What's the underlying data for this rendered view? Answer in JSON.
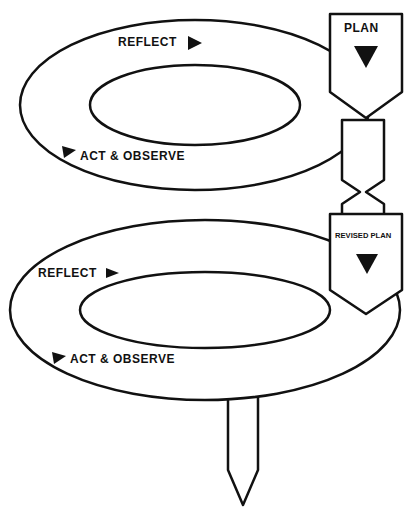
{
  "diagram": {
    "labels": [
      "REFLECT",
      "PLAN",
      "ACT & OBSERVE",
      "REVISED PLAN",
      "REFLECT",
      "ACT & OBSERVE"
    ]
  }
}
